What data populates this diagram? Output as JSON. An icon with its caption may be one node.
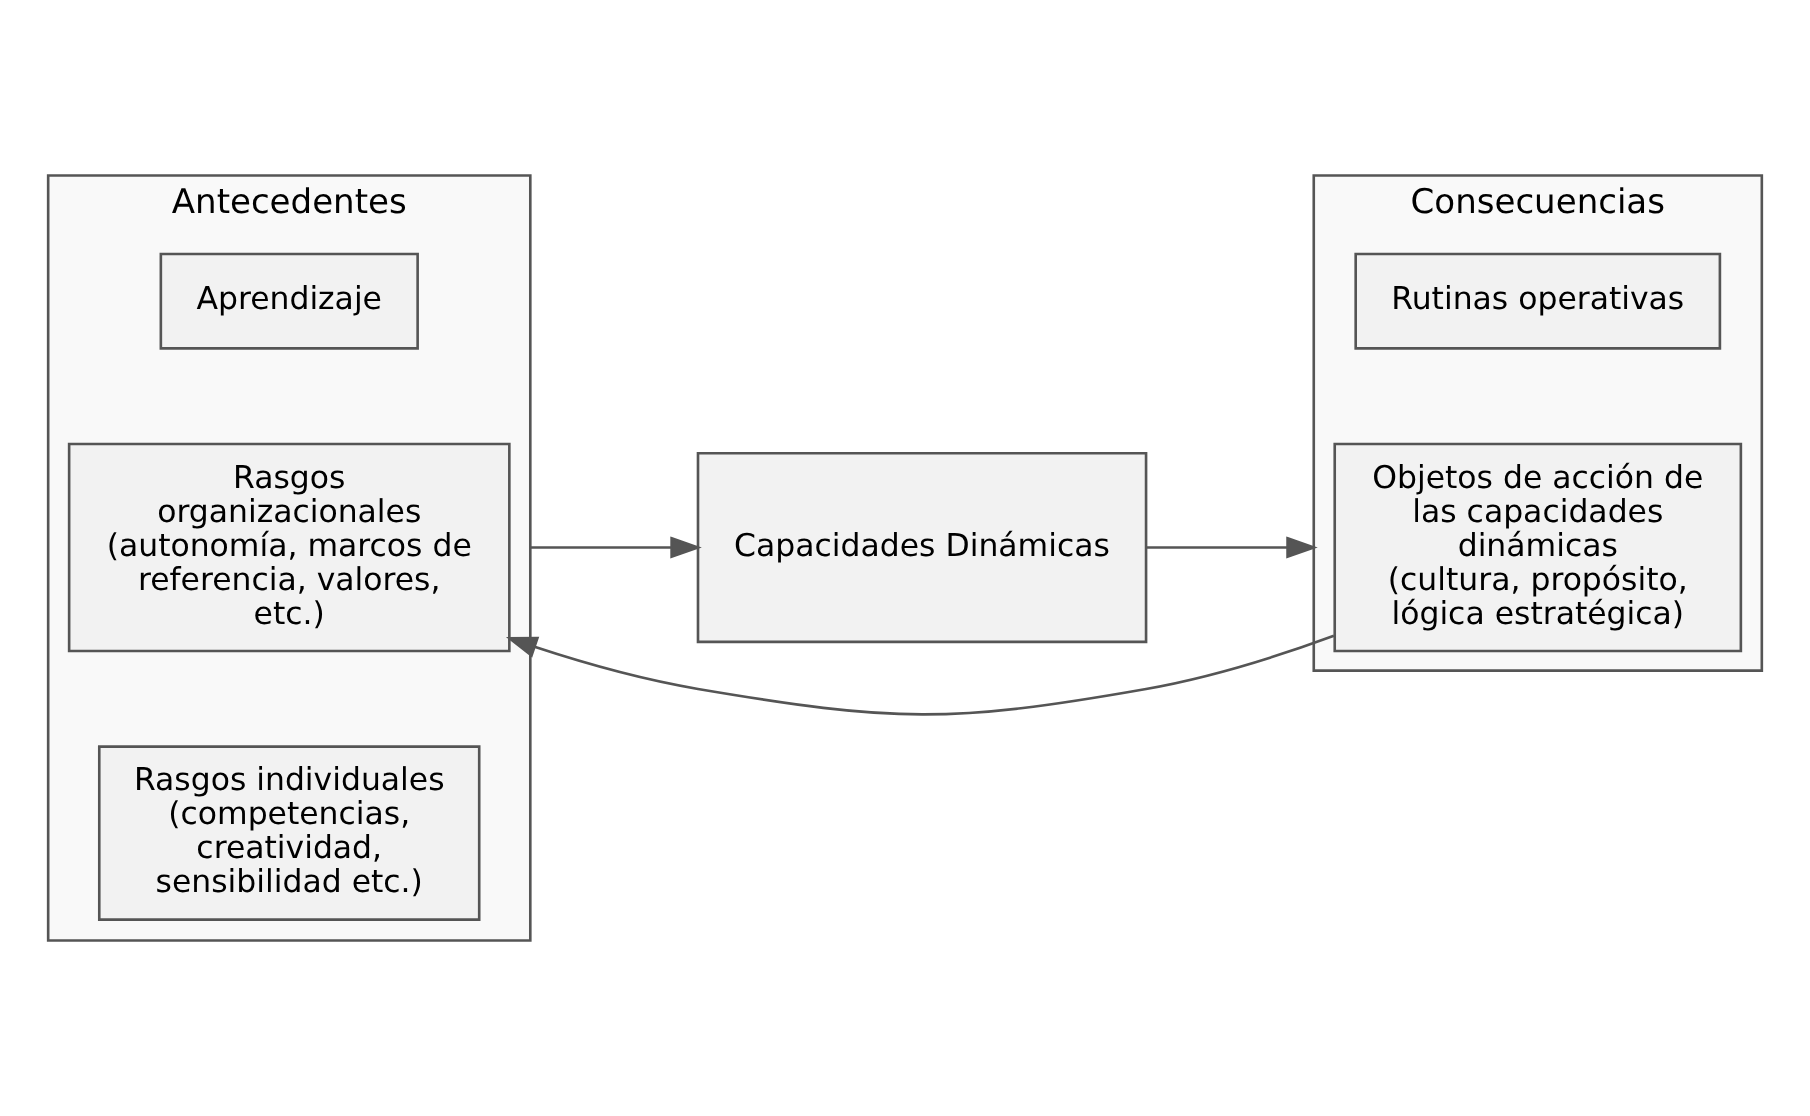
{
  "diagram": {
    "nodes": [
      {
        "text": [
          "Antecedentes"
        ]
      },
      {
        "text": [
          "Aprendizaje"
        ],
        "in": 0
      },
      {
        "text": [
          "Rasgos organizacionales",
          "(autonomía, marcos de referencia, valores, etc.)"
        ],
        "in": 0
      },
      {
        "text": [
          "Rasgos individuales",
          "(competencias, creatividad, sensibilidad etc.)"
        ],
        "in": 0
      },
      {
        "text": [
          "Capacidades Dinámicas"
        ]
      },
      {
        "text": [
          "Consecuencias"
        ]
      },
      {
        "text": [
          "Rutinas operativas"
        ],
        "in": 5
      },
      {
        "text": [
          "Objetos de acción de las capacidades dinámicas",
          "(cultura, propósito, lógica estratégica)"
        ],
        "in": 5
      }
    ],
    "edges": [
      {
        "from": 0,
        "to": 4,
        "arrow": "to"
      },
      {
        "from": 4,
        "to": 5,
        "arrow": "to"
      },
      {
        "from": 7,
        "to": 2,
        "arrow": "to"
      }
    ]
  }
}
